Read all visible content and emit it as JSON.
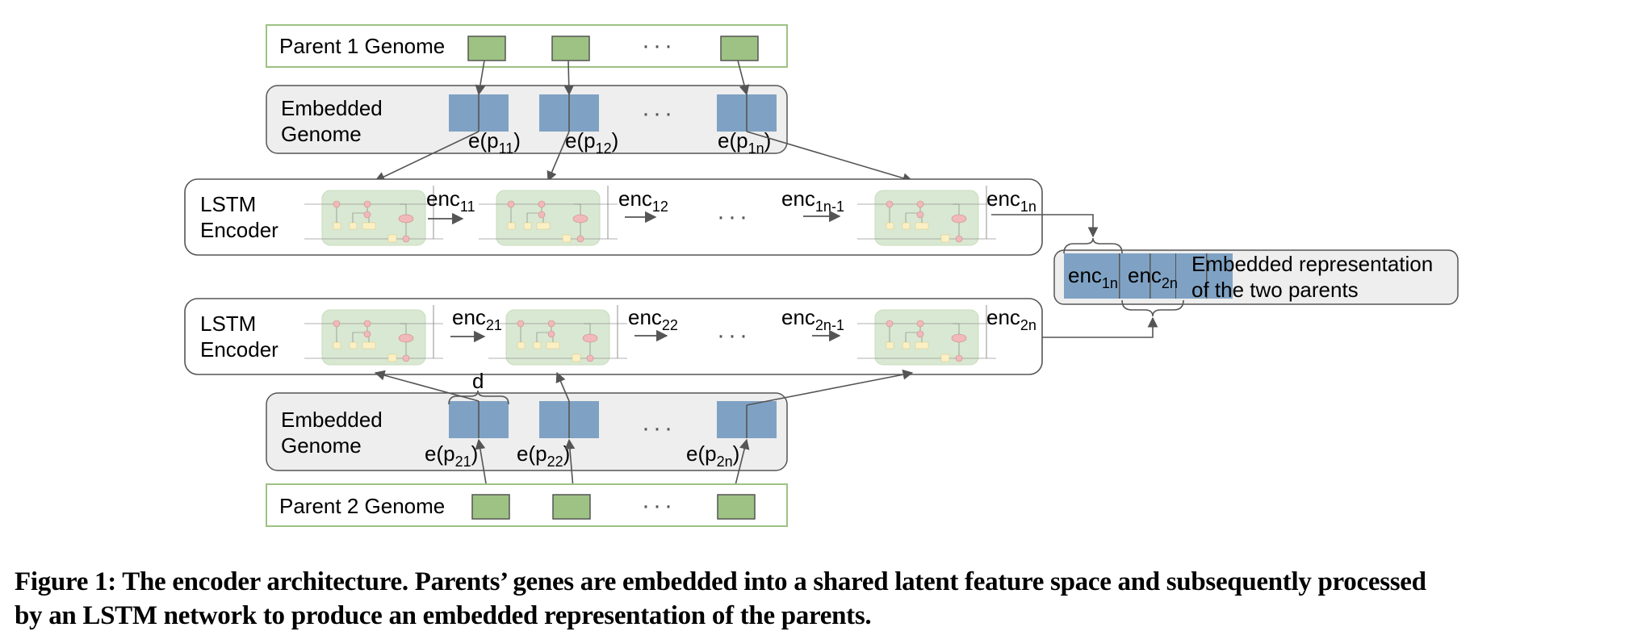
{
  "parent1": {
    "label": "Parent 1 Genome",
    "gene_count_shown": 3,
    "ellipsis": "···"
  },
  "embedded1": {
    "label_line1": "Embedded",
    "label_line2": "Genome",
    "ellipsis": "···",
    "vectors": [
      {
        "base": "e(p",
        "sub": "11",
        "close": ")"
      },
      {
        "base": "e(p",
        "sub": "12",
        "close": ")"
      },
      {
        "base": "e(p",
        "sub": "1n",
        "close": ")"
      }
    ]
  },
  "lstm1": {
    "label_line1": "LSTM",
    "label_line2": "Encoder",
    "ellipsis": "···",
    "outputs": [
      {
        "base": "enc",
        "sub": "11"
      },
      {
        "base": "enc",
        "sub": "12"
      },
      {
        "base": "enc",
        "sub": "1n-1"
      },
      {
        "base": "enc",
        "sub": "1n"
      }
    ]
  },
  "combined": {
    "label_line1": "Embedded representation",
    "label_line2": "of the two parents",
    "parts": [
      {
        "base": "enc",
        "sub": "1n"
      },
      {
        "base": "enc",
        "sub": "2n"
      }
    ]
  },
  "lstm2": {
    "label_line1": "LSTM",
    "label_line2": "Encoder",
    "ellipsis": "···",
    "outputs": [
      {
        "base": "enc",
        "sub": "21"
      },
      {
        "base": "enc",
        "sub": "22"
      },
      {
        "base": "enc",
        "sub": "2n-1"
      },
      {
        "base": "enc",
        "sub": "2n"
      }
    ]
  },
  "embedded2": {
    "label_line1": "Embedded",
    "label_line2": "Genome",
    "dimension_label": "d",
    "ellipsis": "···",
    "vectors": [
      {
        "base": "e(p",
        "sub": "21",
        "close": ")"
      },
      {
        "base": "e(p",
        "sub": "22",
        "close": ")"
      },
      {
        "base": "e(p",
        "sub": "2n",
        "close": ")"
      }
    ]
  },
  "parent2": {
    "label": "Parent 2 Genome",
    "ellipsis": "···"
  },
  "colors": {
    "gene_fill": "#9dc283",
    "embedding_fill": "#7fa2c4",
    "genome_border": "#9dc283",
    "panel_fill": "#eeeeee",
    "lstm_cell_fill": "#d9e8d2",
    "line": "#555555"
  },
  "caption": {
    "line1": "Figure 1: The encoder architecture. Parents’ genes are embedded into a shared latent feature space and subsequently processed",
    "line2": "by an LSTM network to produce an embedded representation of the parents."
  }
}
